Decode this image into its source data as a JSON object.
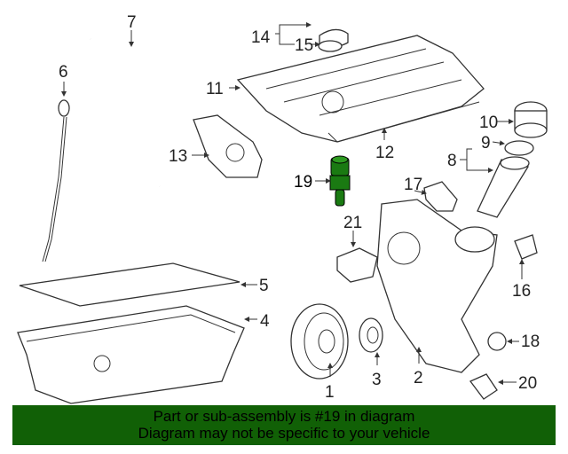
{
  "diagram": {
    "highlight_color": "#1a7a12",
    "callouts": {
      "c1": "1",
      "c2": "2",
      "c3": "3",
      "c4": "4",
      "c5": "5",
      "c6": "6",
      "c7": "7",
      "c8": "8",
      "c9": "9",
      "c10": "10",
      "c11": "11",
      "c12": "12",
      "c13": "13",
      "c14": "14",
      "c15": "15",
      "c16": "16",
      "c17": "17",
      "c18": "18",
      "c19": "19",
      "c20": "20",
      "c21": "21"
    }
  },
  "banner": {
    "color": "#116006",
    "line1": "Part or sub-assembly is #19 in diagram",
    "line2": "Diagram may not be specific to your vehicle"
  }
}
